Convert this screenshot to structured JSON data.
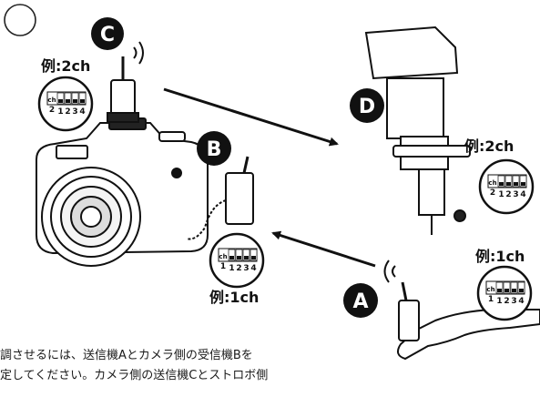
{
  "markers": {
    "A": "A",
    "B": "B",
    "C": "C",
    "D": "D"
  },
  "channel_labels": {
    "C": "例:2ch",
    "B": "例:1ch",
    "D": "例:2ch",
    "A": "例:1ch"
  },
  "switch_panels": {
    "C": {
      "ch_label": "ch",
      "ch_num": "2",
      "numbers": [
        "1",
        "2",
        "3",
        "4"
      ]
    },
    "B": {
      "ch_label": "ch",
      "ch_num": "1",
      "numbers": [
        "1",
        "2",
        "3",
        "4"
      ]
    },
    "D": {
      "ch_label": "ch",
      "ch_num": "2",
      "numbers": [
        "1",
        "2",
        "3",
        "4"
      ]
    },
    "A": {
      "ch_label": "ch",
      "ch_num": "1",
      "numbers": [
        "1",
        "2",
        "3",
        "4"
      ]
    }
  },
  "caption": {
    "line1": "調させるには、送信機Aとカメラ側の受信機Bを",
    "line2": "定してください。カメラ側の送信機Cとストロボ側"
  }
}
